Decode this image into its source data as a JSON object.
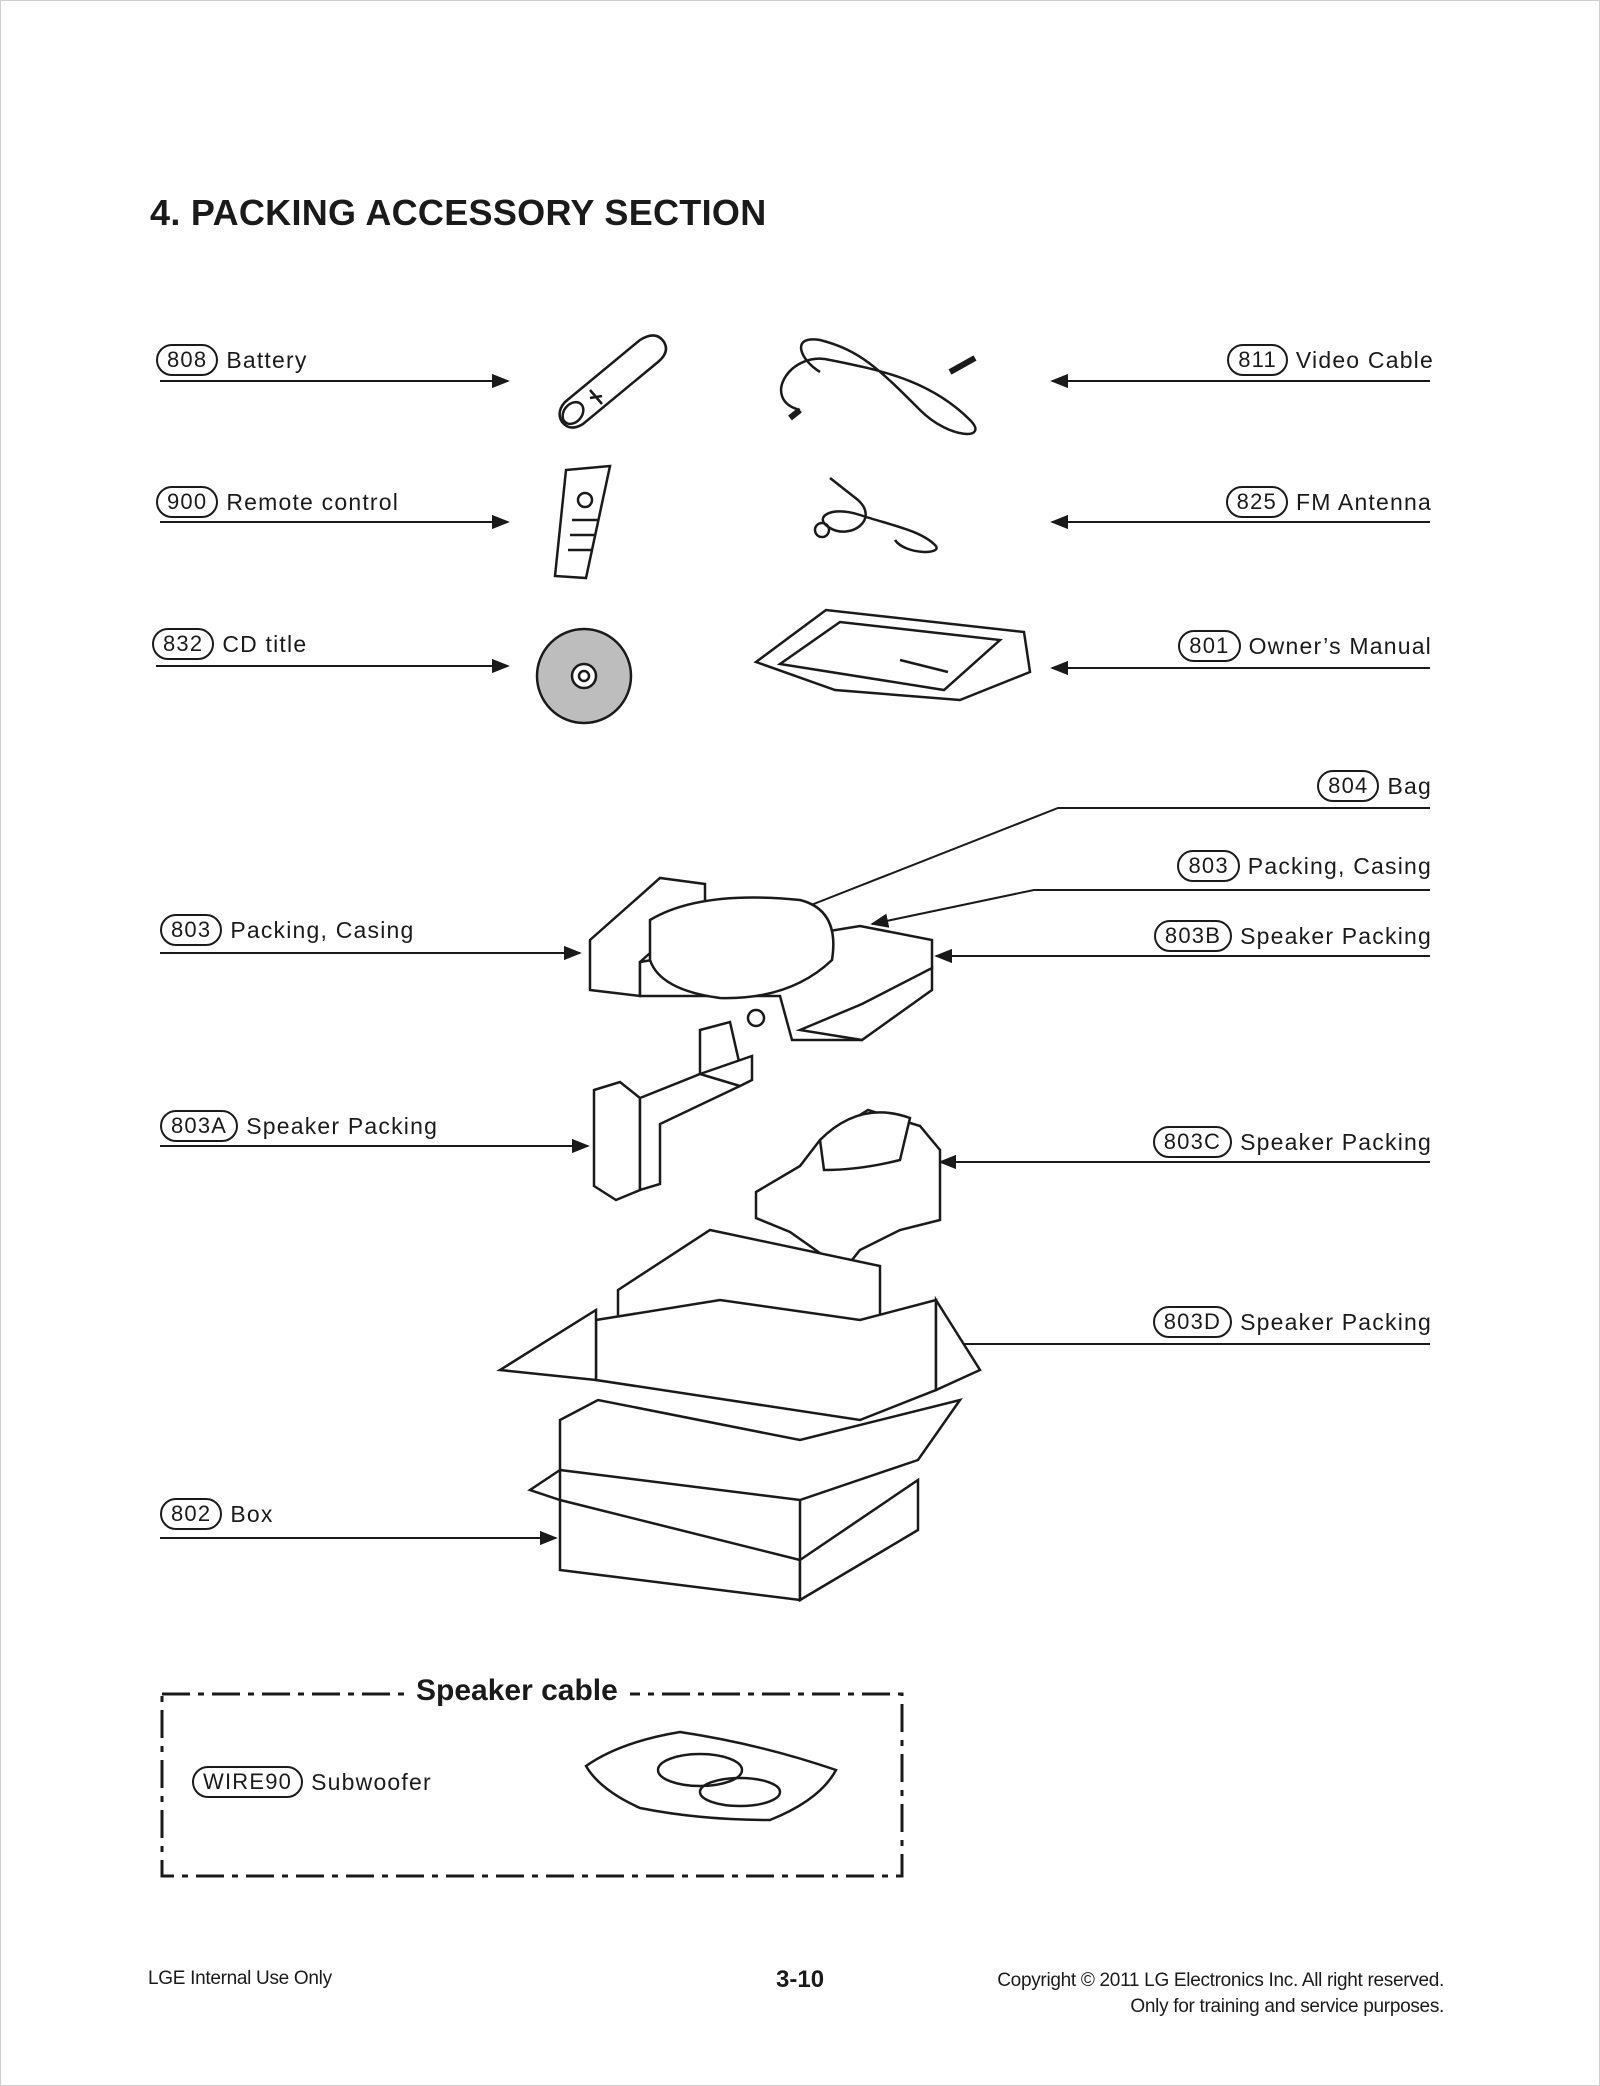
{
  "section_title": "4. PACKING ACCESSORY SECTION",
  "parts": {
    "battery": {
      "code": "808",
      "name": "Battery"
    },
    "video_cable": {
      "code": "811",
      "name": "Video Cable"
    },
    "remote": {
      "code": "900",
      "name": "Remote control"
    },
    "fm_antenna": {
      "code": "825",
      "name": "FM Antenna"
    },
    "cd_title": {
      "code": "832",
      "name": "CD title"
    },
    "owners_manual": {
      "code": "801",
      "name": "Owner’s Manual"
    },
    "bag": {
      "code": "804",
      "name": "Bag"
    },
    "packing_casing_right": {
      "code": "803",
      "name": "Packing, Casing"
    },
    "packing_casing_left": {
      "code": "803",
      "name": "Packing, Casing"
    },
    "speaker_packing_b": {
      "code": "803B",
      "name": "Speaker Packing"
    },
    "speaker_packing_a": {
      "code": "803A",
      "name": "Speaker Packing"
    },
    "speaker_packing_c": {
      "code": "803C",
      "name": "Speaker Packing"
    },
    "speaker_packing_d": {
      "code": "803D",
      "name": "Speaker Packing"
    },
    "box": {
      "code": "802",
      "name": "Box"
    }
  },
  "speaker_cable": {
    "title": "Speaker cable",
    "item": {
      "code": "WIRE90",
      "name": "Subwoofer"
    }
  },
  "footer": {
    "left": "LGE Internal Use Only",
    "page": "3-10",
    "copyright_line1": "Copyright © 2011 LG Electronics Inc. All right reserved.",
    "copyright_line2": "Only for training and service purposes."
  }
}
